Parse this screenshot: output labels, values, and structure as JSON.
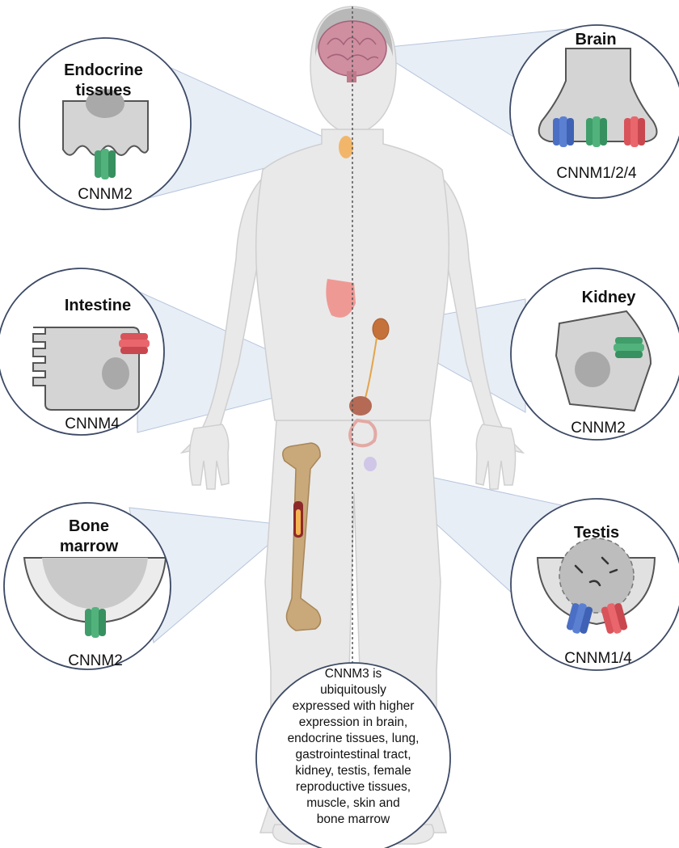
{
  "figure": {
    "panels": {
      "endocrine": {
        "title_line1": "Endocrine",
        "title_line2": "tissues",
        "label": "CNNM2"
      },
      "brain": {
        "title": "Brain",
        "label": "CNNM1/2/4"
      },
      "intestine": {
        "title": "Intestine",
        "label": "CNNM4"
      },
      "kidney": {
        "title": "Kidney",
        "label": "CNNM2"
      },
      "bone": {
        "title_line1": "Bone",
        "title_line2": "marrow",
        "label": "CNNM2"
      },
      "testis": {
        "title": "Testis",
        "label": "CNNM1/4"
      }
    },
    "note_lines": [
      "CNNM3 is",
      "ubiquitously",
      "expressed with higher",
      "expression in brain,",
      "endocrine tissues, lung,",
      "gastrointestinal tract,",
      "kidney, testis, female",
      "reproductive tissues,",
      "muscle, skin and",
      "bone marrow"
    ],
    "colors": {
      "blue_channel": "#4a6fc4",
      "green_channel": "#3f9e6a",
      "red_channel": "#d9535a",
      "cell_gray": "#d4d4d4",
      "nucleus_gray": "#a9a9a9",
      "body_gray": "#e8e8e8",
      "bone": "#c9a87a",
      "callout_blue": "#cdd9ea",
      "circle_border": "#3d4a66"
    }
  }
}
